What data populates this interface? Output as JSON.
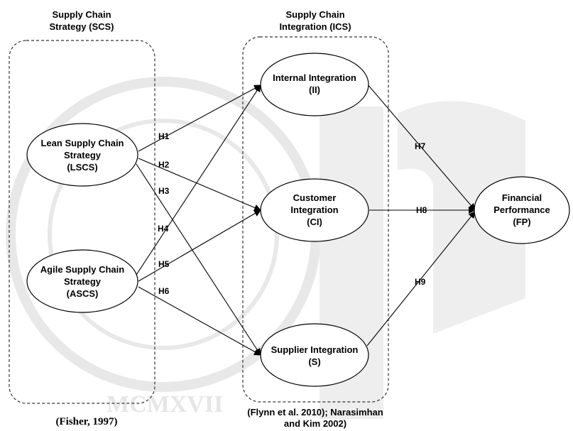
{
  "groups": {
    "scs": {
      "title_line1": "Supply Chain",
      "title_line2": "Strategy (SCS)",
      "citation": "(Fisher, 1997)"
    },
    "ics": {
      "title_line1": "Supply Chain",
      "title_line2": "Integration (ICS)",
      "citation_line1": "(Flynn et al. 2010); Narasimhan",
      "citation_line2": "and Kim 2002)"
    }
  },
  "nodes": {
    "lscs": {
      "line1": "Lean Supply Chain",
      "line2": "Strategy",
      "line3": "(LSCS)"
    },
    "ascs": {
      "line1": "Agile Supply Chain",
      "line2": "Strategy",
      "line3": "(ASCS)"
    },
    "ii": {
      "line1": "Internal Integration",
      "line2": "(II)"
    },
    "ci": {
      "line1": "Customer",
      "line2": "Integration",
      "line3": "(CI)"
    },
    "s": {
      "line1": "Supplier Integration",
      "line2": "(S)"
    },
    "fp": {
      "line1": "Financial",
      "line2": "Performance",
      "line3": "(FP)"
    }
  },
  "hypotheses": {
    "h1": "H1",
    "h2": "H2",
    "h3": "H3",
    "h4": "H4",
    "h5": "H5",
    "h6": "H6",
    "h7": "H7",
    "h8": "H8",
    "h9": "H9"
  },
  "watermark": {
    "text": "MCMXVII"
  }
}
